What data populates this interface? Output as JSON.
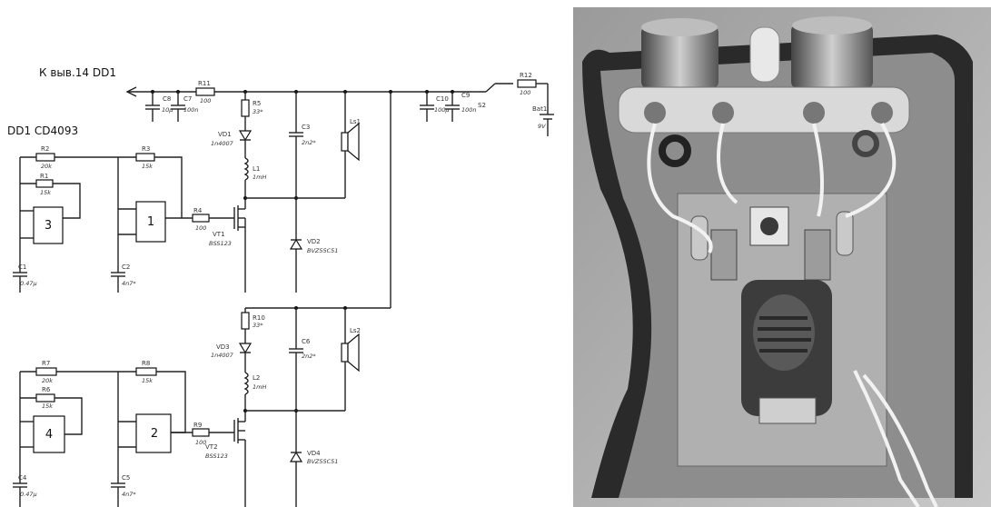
{
  "schematic": {
    "header": "К выв.14 DD1",
    "ic_label": "DD1  CD4093",
    "gates": [
      "3",
      "1",
      "4",
      "2"
    ],
    "components": {
      "C8": {
        "ref": "C8",
        "val": "10µ"
      },
      "C7": {
        "ref": "C7",
        "val": "100n"
      },
      "R11": {
        "ref": "R11",
        "val": "100"
      },
      "R5": {
        "ref": "R5",
        "val": "33*"
      },
      "VD1": {
        "ref": "VD1",
        "val": "1n4007"
      },
      "L1": {
        "ref": "L1",
        "val": "1mH"
      },
      "C3": {
        "ref": "C3",
        "val": "2n2*"
      },
      "LS1": {
        "ref": "Ls1",
        "val": ""
      },
      "VD2": {
        "ref": "VD2",
        "val": "BVZ55C51"
      },
      "VT1": {
        "ref": "VT1",
        "val": "BSS123"
      },
      "R4": {
        "ref": "R4",
        "val": "100"
      },
      "R2": {
        "ref": "R2",
        "val": "20k"
      },
      "R1": {
        "ref": "R1",
        "val": "15k"
      },
      "R3": {
        "ref": "R3",
        "val": "15k"
      },
      "C1": {
        "ref": "C1",
        "val": "0.47µ"
      },
      "C2": {
        "ref": "C2",
        "val": "4n7*"
      },
      "C10": {
        "ref": "C10",
        "val": "100µ"
      },
      "C9": {
        "ref": "C9",
        "val": "100n"
      },
      "S2": {
        "ref": "S2",
        "val": ""
      },
      "R12": {
        "ref": "R12",
        "val": "100"
      },
      "BAT1": {
        "ref": "Bat1",
        "val": "9V"
      },
      "R10": {
        "ref": "R10",
        "val": "33*"
      },
      "VD3": {
        "ref": "VD3",
        "val": "1n4007"
      },
      "L2": {
        "ref": "L2",
        "val": "1mH"
      },
      "C6": {
        "ref": "C6",
        "val": "2n2*"
      },
      "LS2": {
        "ref": "Ls2",
        "val": ""
      },
      "VD4": {
        "ref": "VD4",
        "val": "BVZ55C51"
      },
      "VT2": {
        "ref": "VT2",
        "val": "BSS123"
      },
      "R9": {
        "ref": "R9",
        "val": "100"
      },
      "R7": {
        "ref": "R7",
        "val": "20k"
      },
      "R6": {
        "ref": "R6",
        "val": "15k"
      },
      "R8": {
        "ref": "R8",
        "val": "15k"
      },
      "C4": {
        "ref": "C4",
        "val": "0.47µ"
      },
      "C5": {
        "ref": "C5",
        "val": "4n7*"
      }
    }
  },
  "photo": {
    "content": "grayscale photo of assembled ultrasonic repeller board with two piezo transducers, LED, push button and battery connector inside an open plastic case"
  },
  "colors": {
    "wire": "#222222",
    "background": "#ffffff"
  }
}
